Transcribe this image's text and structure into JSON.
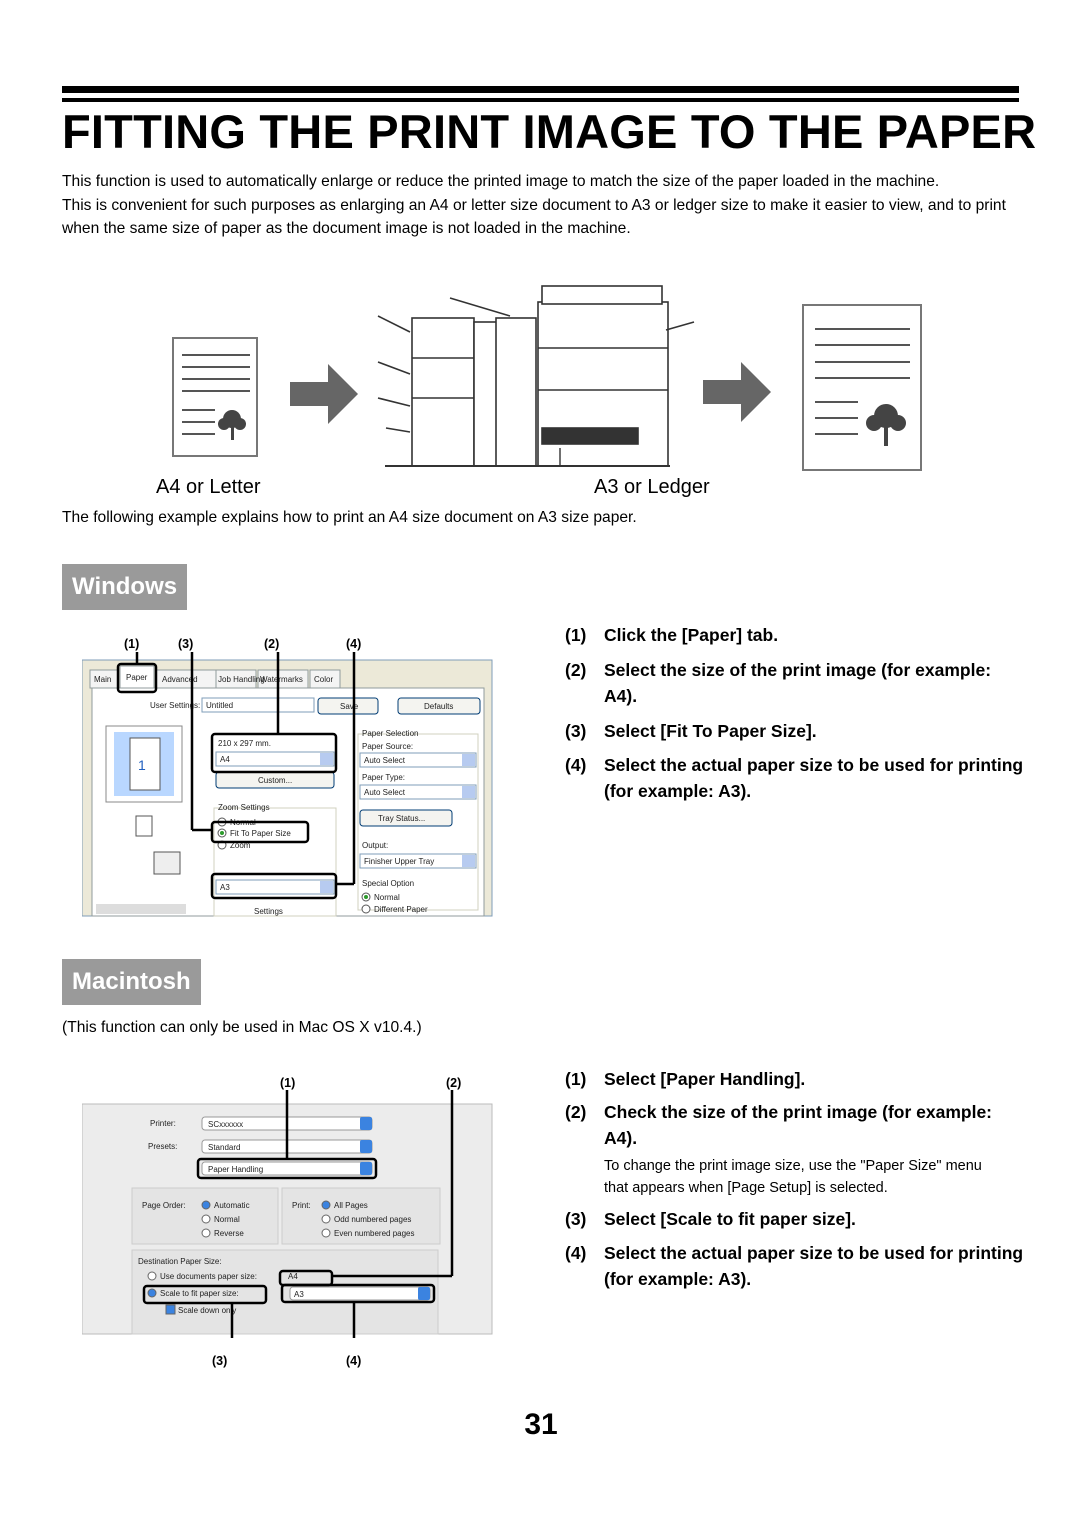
{
  "page_title": "FITTING THE PRINT IMAGE TO THE PAPER",
  "intro": [
    "This function is used to automatically enlarge or reduce the printed image to match the size of the paper loaded in the machine.",
    "This is convenient for such purposes as enlarging an A4 or letter size document to A3 or ledger size to make it easier to view, and to print when the same size of paper as the document image is not loaded in the machine."
  ],
  "illustration": {
    "left_caption": "A4 or Letter",
    "right_caption": "A3 or Ledger"
  },
  "example_note": "The following example explains how to print an A4 size document on A3 size paper.",
  "windows": {
    "heading": "Windows",
    "callouts": [
      "(1)",
      "(3)",
      "(2)",
      "(4)"
    ],
    "steps": [
      {
        "num": "(1)",
        "text": "Click the [Paper] tab."
      },
      {
        "num": "(2)",
        "text": "Select the size of the print image (for example: A4)."
      },
      {
        "num": "(3)",
        "text": "Select [Fit To Paper Size]."
      },
      {
        "num": "(4)",
        "text": "Select the actual paper size to be used for printing (for example: A3)."
      }
    ],
    "dialog": {
      "tabs": [
        "Main",
        "Paper",
        "Advanced",
        "Job Handling",
        "Watermarks",
        "Color"
      ],
      "user_settings_label": "User Settings:",
      "user_settings_value": "Untitled",
      "save_button": "Save",
      "defaults_button": "Defaults",
      "paper_size_label": "210 x 297 mm.",
      "paper_size_value": "A4",
      "custom_button": "Custom...",
      "zoom_settings_label": "Zoom Settings",
      "normal_option": "Normal",
      "fit_option": "Fit To Paper Size",
      "zoom_option": "Zoom",
      "fit_size_value": "A3",
      "settings_button": "Settings",
      "paper_selection_label": "Paper Selection",
      "paper_source_label": "Paper Source:",
      "paper_source_value": "Auto Select",
      "paper_type_label": "Paper Type:",
      "paper_type_value": "Auto Select",
      "tray_status_button": "Tray Status...",
      "output_label": "Output:",
      "output_value": "Finisher Upper Tray",
      "special_option_label": "Special Option",
      "special_normal": "Normal",
      "special_different": "Different Paper",
      "preview_number": "1"
    }
  },
  "macintosh": {
    "heading": "Macintosh",
    "note": "(This function can only be used in Mac OS X v10.4.)",
    "callouts_top": [
      "(1)",
      "(2)"
    ],
    "callouts_bottom": [
      "(3)",
      "(4)"
    ],
    "steps": [
      {
        "num": "(1)",
        "text": "Select [Paper Handling]."
      },
      {
        "num": "(2)",
        "text": "Check the size of the print image (for example: A4).",
        "sub": "To change the print image size, use the \"Paper Size\" menu that appears when [Page Setup] is selected."
      },
      {
        "num": "(3)",
        "text": "Select [Scale to fit paper size]."
      },
      {
        "num": "(4)",
        "text": "Select the actual paper size to be used for printing (for example: A3)."
      }
    ],
    "dialog": {
      "printer_label": "Printer:",
      "printer_value": "SCxxxxxx",
      "presets_label": "Presets:",
      "presets_value": "Standard",
      "panel_value": "Paper Handling",
      "page_order_label": "Page Order:",
      "page_order_options": [
        "Automatic",
        "Normal",
        "Reverse"
      ],
      "print_label": "Print:",
      "print_options": [
        "All Pages",
        "Odd numbered pages",
        "Even numbered pages"
      ],
      "destination_label": "Destination Paper Size:",
      "use_documents_option": "Use documents paper size:",
      "use_documents_value": "A4",
      "scale_option": "Scale to fit paper size:",
      "scale_value": "A3",
      "scale_down_only": "Scale down only"
    }
  },
  "page_number": "31"
}
